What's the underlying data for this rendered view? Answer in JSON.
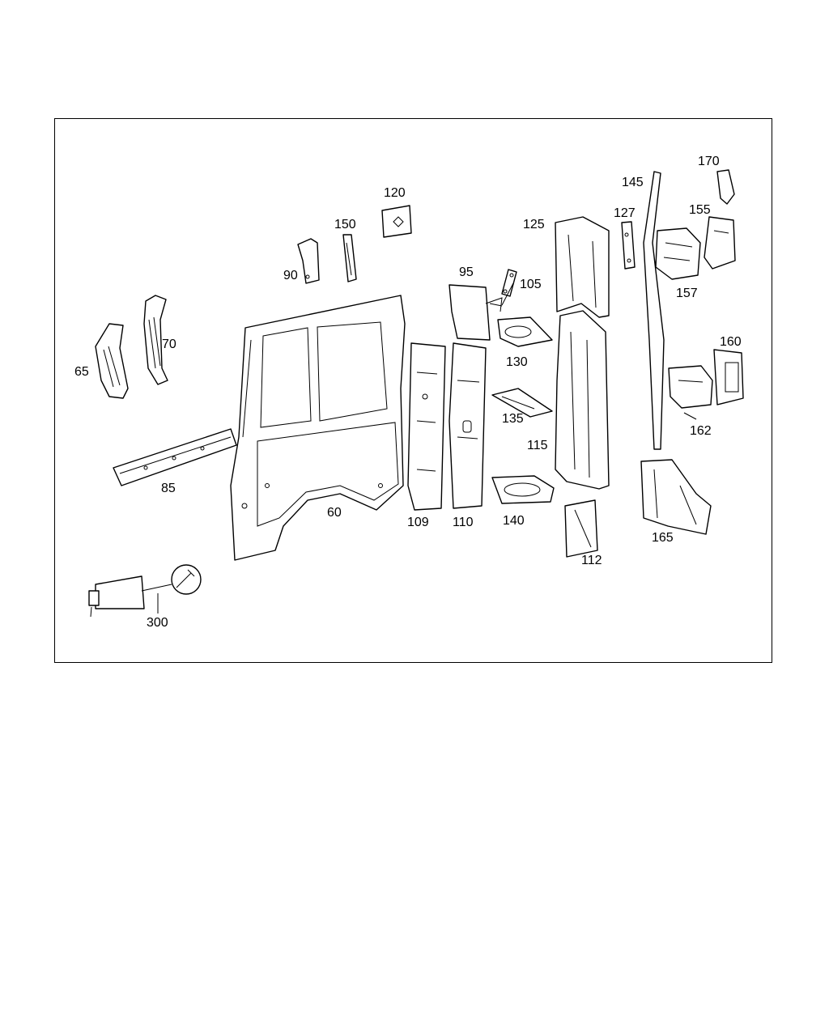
{
  "diagram": {
    "callouts": {
      "p60": "60",
      "p65": "65",
      "p70": "70",
      "p85": "85",
      "p90": "90",
      "p95": "95",
      "p105": "105",
      "p109": "109",
      "p110": "110",
      "p112": "112",
      "p115": "115",
      "p120": "120",
      "p125": "125",
      "p127": "127",
      "p130": "130",
      "p135": "135",
      "p140": "140",
      "p145": "145",
      "p150": "150",
      "p155": "155",
      "p157": "157",
      "p160": "160",
      "p162": "162",
      "p165": "165",
      "p170": "170",
      "p300": "300"
    }
  }
}
